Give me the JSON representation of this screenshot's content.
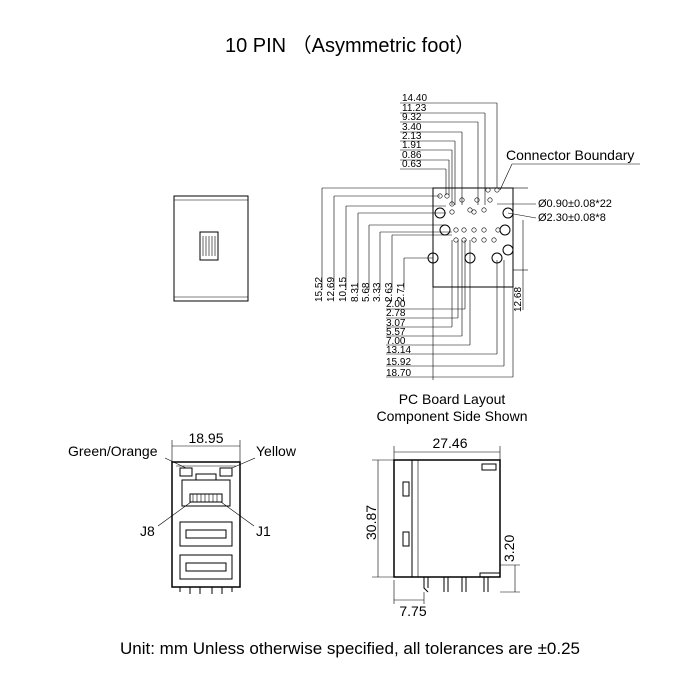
{
  "title": "10 PIN  （Asymmetric foot）",
  "pcb": {
    "connector_boundary_label": "Connector Boundary",
    "hole_small_label": "Ø0.90±0.08*22",
    "hole_large_label": "Ø2.30±0.08*8",
    "caption_line1": "PC Board Layout",
    "caption_line2": "Component Side Shown",
    "top_dims": [
      "14.40",
      "11.23",
      "9.32",
      "3.40",
      "2.13",
      "1.91",
      "0.86",
      "0.63"
    ],
    "left_dims": [
      "15.52",
      "12.69",
      "10.15",
      "8.31",
      "5.68",
      "3.33",
      "2.63",
      "2.71"
    ],
    "right_dim": "12.68",
    "bottom_dims": [
      "2.00",
      "2.78",
      "3.07",
      "5.57",
      "7.00",
      "13.14",
      "15.92",
      "18.70"
    ]
  },
  "front": {
    "width_dim": "18.95",
    "left_led_label": "Green/Orange",
    "right_led_label": "Yellow",
    "pin_left_label": "J8",
    "pin_right_label": "J1"
  },
  "side": {
    "width_dim": "27.46",
    "height_dim": "30.87",
    "leg_dim": "3.20",
    "bottom_dim": "7.75"
  },
  "footer": "Unit: mm Unless otherwise specified, all tolerances are ±0.25"
}
